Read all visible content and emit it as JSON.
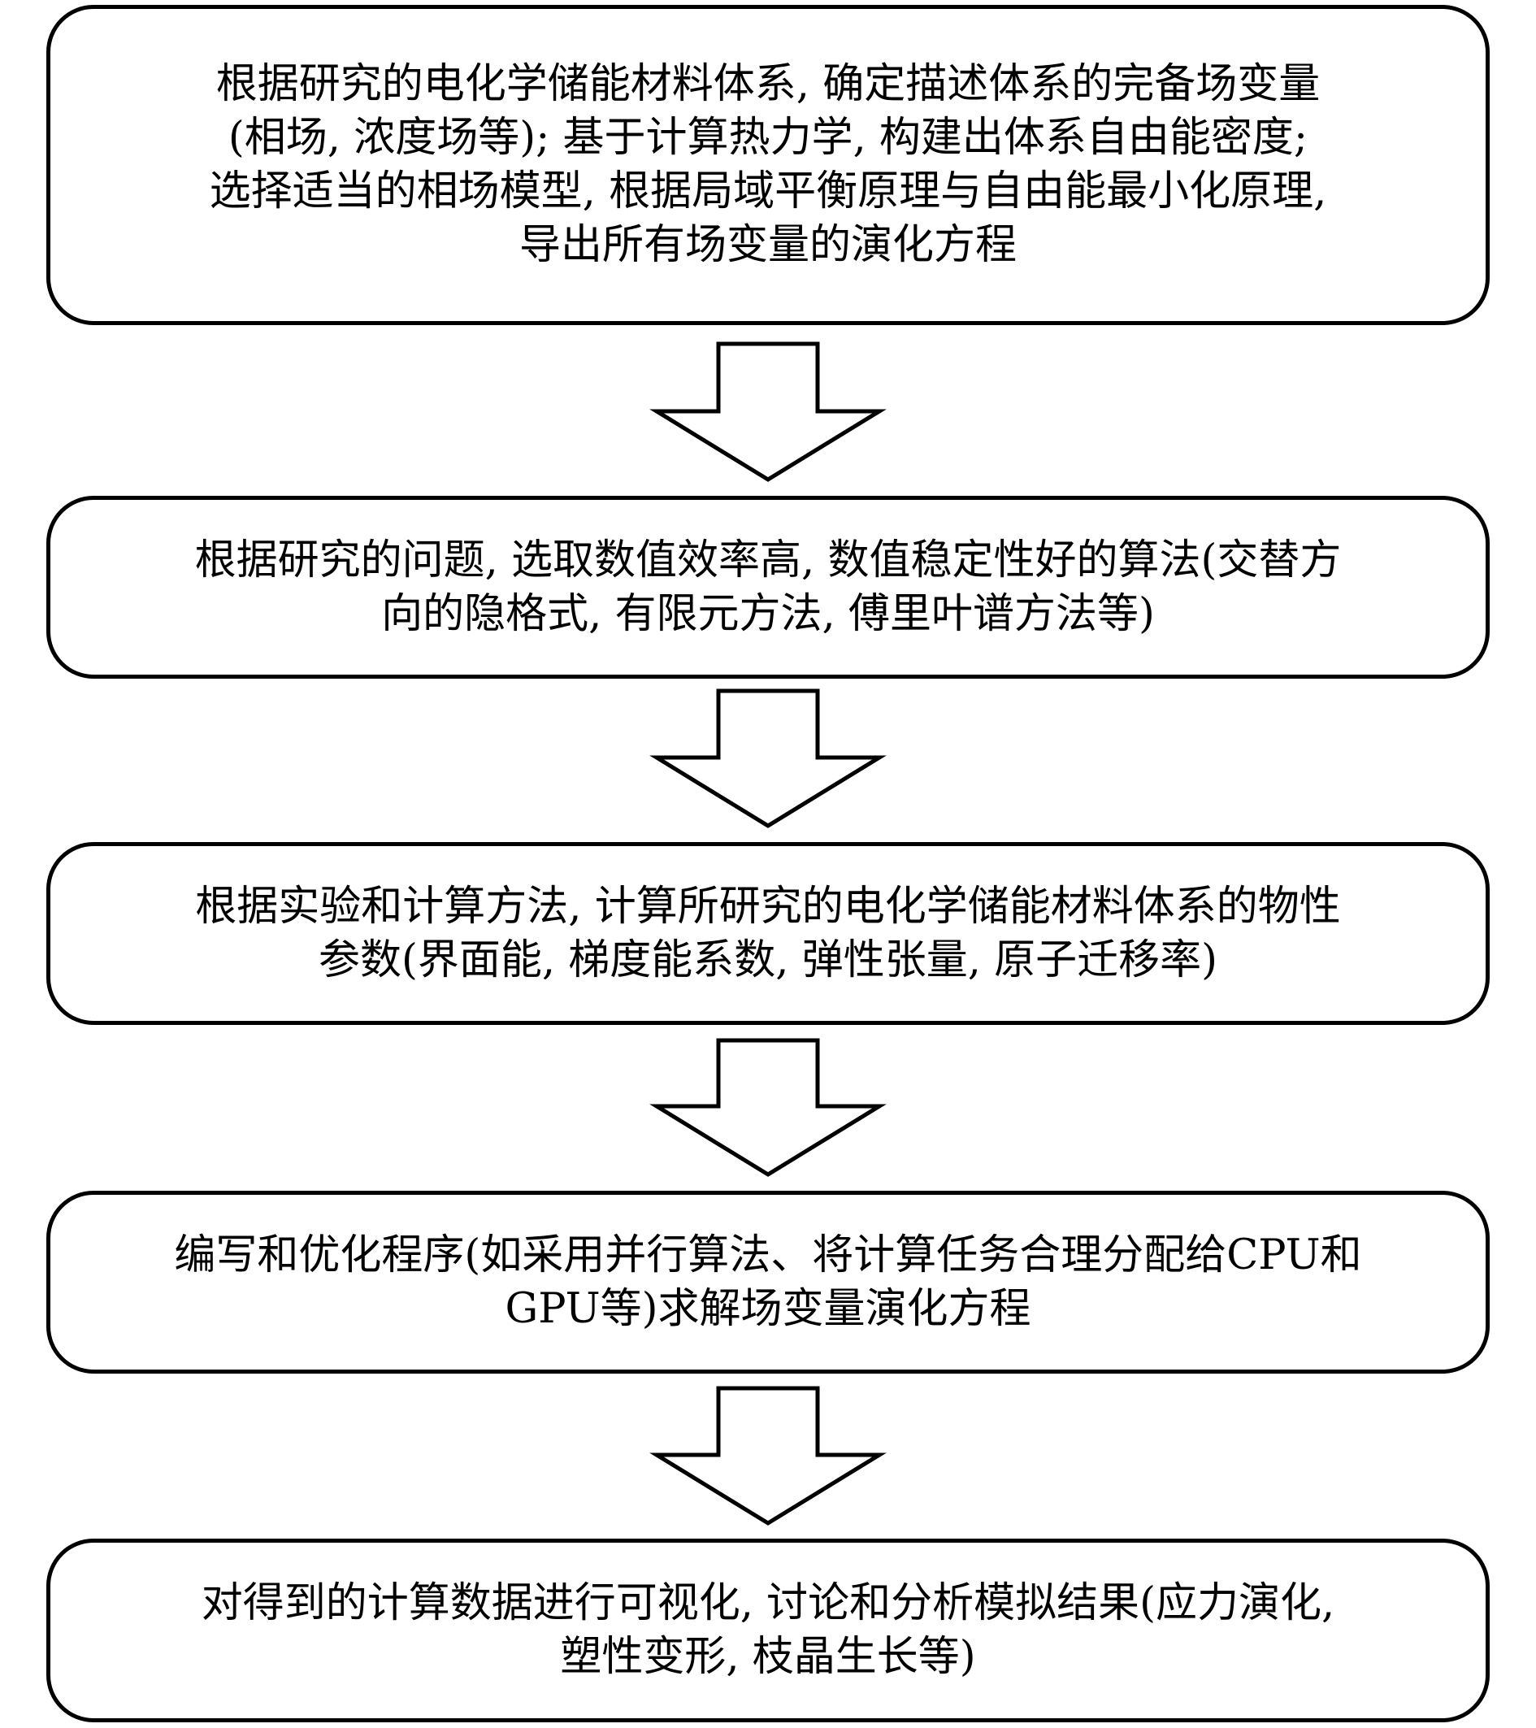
{
  "flowchart": {
    "steps": [
      {
        "lines": [
          "根据研究的电化学储能材料体系, 确定描述体系的完备场变量",
          "(相场, 浓度场等); 基于计算热力学, 构建出体系自由能密度;",
          "选择适当的相场模型, 根据局域平衡原理与自由能最小化原理,",
          "导出所有场变量的演化方程"
        ]
      },
      {
        "lines": [
          "根据研究的问题, 选取数值效率高, 数值稳定性好的算法(交替方",
          "向的隐格式, 有限元方法, 傅里叶谱方法等)"
        ]
      },
      {
        "lines": [
          "根据实验和计算方法, 计算所研究的电化学储能材料体系的物性",
          "参数(界面能, 梯度能系数, 弹性张量, 原子迁移率)"
        ]
      },
      {
        "lines": [
          "编写和优化程序(如采用并行算法、将计算任务合理分配给CPU和",
          "GPU等)求解场变量演化方程"
        ]
      },
      {
        "lines": [
          "对得到的计算数据进行可视化, 讨论和分析模拟结果(应力演化,",
          "塑性变形, 枝晶生长等)"
        ]
      }
    ],
    "colors": {
      "stroke": "#000000",
      "fill": "#ffffff"
    }
  }
}
